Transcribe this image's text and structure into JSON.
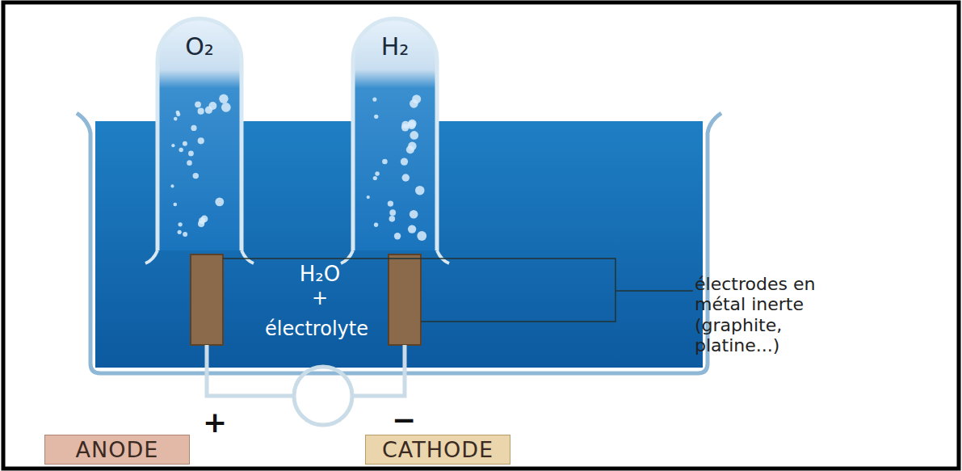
{
  "diagram": {
    "nodes": [
      {
        "text": [
          "ANODE"
        ]
      },
      {
        "text": [
          "CATHODE"
        ]
      }
    ],
    "labels": [
      "O₂",
      "H₂",
      "H₂O",
      "+",
      "électrolyte",
      "électrodes en métal inerte (graphite, platine...)",
      "+",
      "−"
    ]
  }
}
